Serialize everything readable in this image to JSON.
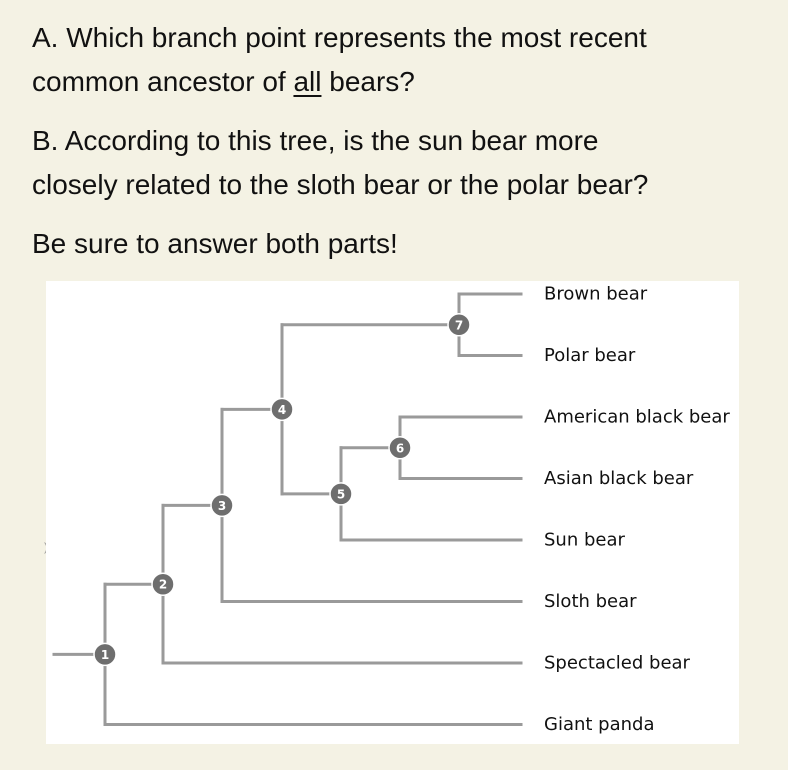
{
  "question_a": {
    "prefix": "A. Which branch point represents the most recent",
    "line2_start": "common ancestor of ",
    "emphasis": "all",
    "line2_end": " bears?"
  },
  "question_b": {
    "line1": "B. According to this tree, is the sun bear more",
    "line2": "closely related to the sloth bear or the polar bear?"
  },
  "instruction": "Be sure to answer both parts!",
  "tree": {
    "taxa": [
      "Brown bear",
      "Polar bear",
      "American black bear",
      "Asian black bear",
      "Sun bear",
      "Sloth bear",
      "Spectacled bear",
      "Giant panda"
    ],
    "nodes": [
      {
        "id": "1",
        "label": "1",
        "children": [
          "2",
          "Giant panda"
        ]
      },
      {
        "id": "2",
        "label": "2",
        "children": [
          "3",
          "Spectacled bear"
        ]
      },
      {
        "id": "3",
        "label": "3",
        "children": [
          "4",
          "Sloth bear"
        ]
      },
      {
        "id": "4",
        "label": "4",
        "children": [
          "7",
          "5"
        ]
      },
      {
        "id": "5",
        "label": "5",
        "children": [
          "6",
          "Sun bear"
        ]
      },
      {
        "id": "6",
        "label": "6",
        "children": [
          "American black bear",
          "Asian black bear"
        ]
      },
      {
        "id": "7",
        "label": "7",
        "children": [
          "Brown bear",
          "Polar bear"
        ]
      }
    ]
  }
}
